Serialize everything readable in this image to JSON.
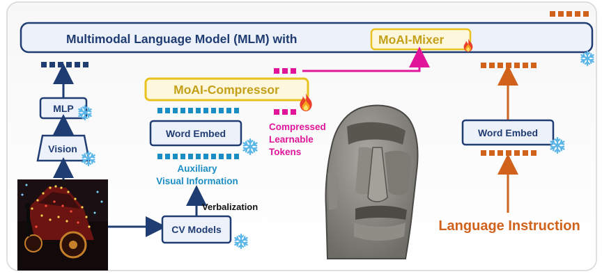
{
  "mlm": {
    "title": "Multimodal Language Model (MLM) with",
    "mixer_label": "MoAI-Mixer"
  },
  "compressor": {
    "label": "MoAI-Compressor"
  },
  "compressed_tokens": {
    "label_lines": [
      "Compressed",
      "Learnable",
      "Tokens"
    ]
  },
  "left_branch": {
    "mlp_label": "MLP",
    "vision_label": "Vision"
  },
  "aux_branch": {
    "word_embed_label": "Word Embed",
    "aux_lines": [
      "Auxiliary",
      "Visual Information"
    ],
    "verbalization_label": "Verbalization",
    "cv_models_label": "CV Models"
  },
  "right_branch": {
    "word_embed_label": "Word Embed",
    "instruction_label": "Language Instruction"
  },
  "icons": {
    "frozen": "snowflake-icon",
    "trainable": "fire-icon",
    "statue": "moai-statue-icon",
    "photo": "holiday-car-photo"
  },
  "colors": {
    "navy": "#1f3c73",
    "blue_tokens": "#1a8ec4",
    "orange": "#d0621c",
    "magenta": "#e0159a",
    "gold": "#e8c21e",
    "gold_text": "#c4a019"
  }
}
